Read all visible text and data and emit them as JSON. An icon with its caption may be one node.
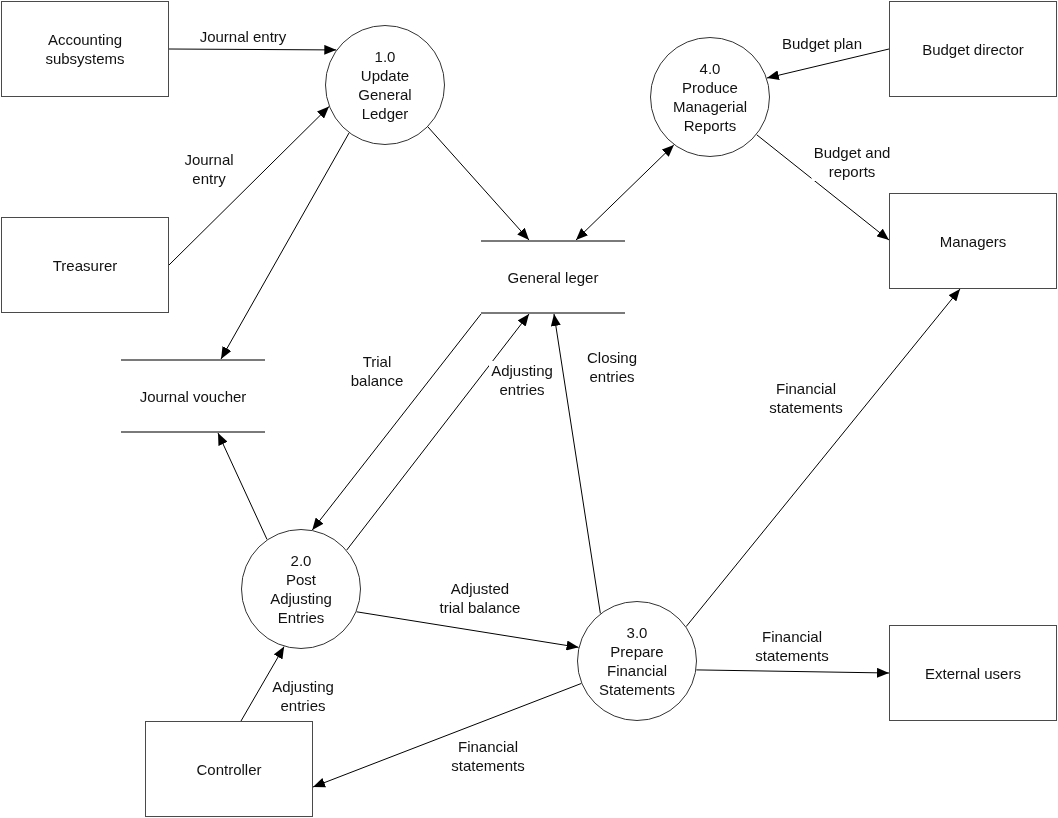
{
  "diagram": {
    "nodes": [
      {
        "text": [
          "Accounting subsystems"
        ]
      },
      {
        "text": [
          "1.0",
          "Update General Ledger"
        ]
      },
      {
        "text": [
          "Treasurer"
        ]
      },
      {
        "text": [
          "4.0",
          "Produce Managerial Reports"
        ]
      },
      {
        "text": [
          "Budget director"
        ]
      },
      {
        "text": [
          "Managers"
        ]
      },
      {
        "text": [
          "General leger"
        ]
      },
      {
        "text": [
          "Journal voucher"
        ]
      },
      {
        "text": [
          "2.0",
          "Post Adjusting Entries"
        ]
      },
      {
        "text": [
          "3.0",
          "Prepare Financial Statements"
        ]
      },
      {
        "text": [
          "External users"
        ]
      },
      {
        "text": [
          "Controller"
        ]
      }
    ],
    "edges": [
      {
        "from": 0,
        "to": 1,
        "arrow": "to",
        "label": "Journal entry"
      },
      {
        "from": 2,
        "to": 1,
        "arrow": "to",
        "label": "Journal entry"
      },
      {
        "from": 1,
        "to": 7,
        "arrow": "to"
      },
      {
        "from": 1,
        "to": 6,
        "arrow": "to"
      },
      {
        "from": 6,
        "to": 3,
        "arrow": "both"
      },
      {
        "from": 4,
        "to": 3,
        "arrow": "to",
        "label": "Budget plan"
      },
      {
        "from": 3,
        "to": 5,
        "arrow": "to",
        "label": "Budget and reports"
      },
      {
        "from": 6,
        "to": 8,
        "arrow": "to",
        "label": "Trial balance"
      },
      {
        "from": 8,
        "to": 6,
        "arrow": "to",
        "label": "Adjusting entries"
      },
      {
        "from": 9,
        "to": 6,
        "arrow": "to",
        "label": "Closing entries"
      },
      {
        "from": 8,
        "to": 7,
        "arrow": "to"
      },
      {
        "from": 9,
        "to": 5,
        "arrow": "to",
        "label": "Financial statements"
      },
      {
        "from": 8,
        "to": 9,
        "arrow": "to",
        "label": "Adjusted trial balance"
      },
      {
        "from": 11,
        "to": 8,
        "arrow": "to",
        "label": "Adjusting entries"
      },
      {
        "from": 9,
        "to": 11,
        "arrow": "to",
        "label": "Financial statements"
      },
      {
        "from": 9,
        "to": 10,
        "arrow": "to",
        "label": "Financial statements"
      }
    ]
  }
}
